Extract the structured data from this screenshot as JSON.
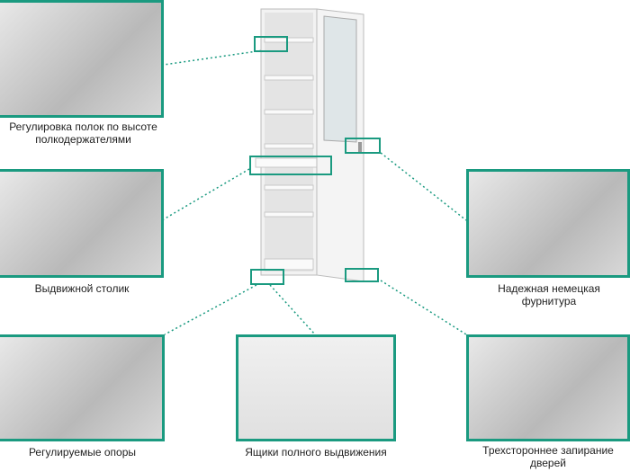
{
  "accent": "#1a9a80",
  "features": [
    {
      "label": "Регулировка полок по высоте полкодержателями",
      "icon": "shelf-holder-photo"
    },
    {
      "label": "Выдвижной столик",
      "icon": "pullout-table-photo"
    },
    {
      "label": "Надежная немецкая фурнитура",
      "icon": "lock-hardware-photo"
    },
    {
      "label": "Регулируемые опоры",
      "icon": "adjustable-feet-photo"
    },
    {
      "label": "Ящики полного выдвижения",
      "icon": "drawer-photo"
    },
    {
      "label": "Трехстороннее запирание дверей",
      "icon": "door-locking-photo"
    }
  ]
}
